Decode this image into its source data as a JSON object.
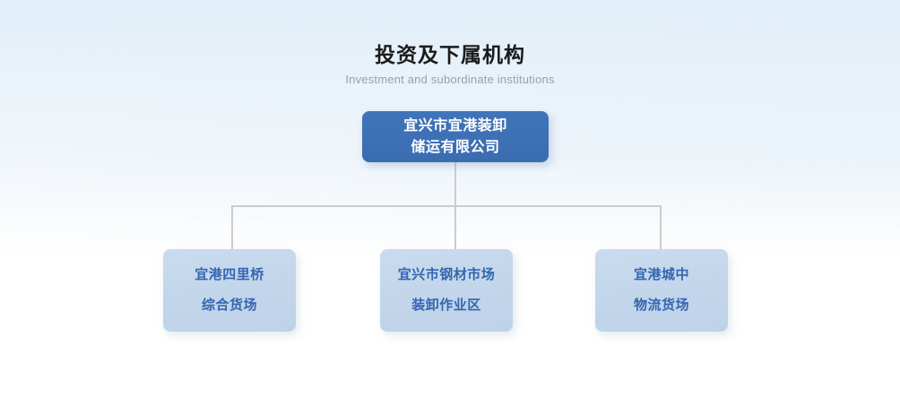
{
  "heading": {
    "title": "投资及下属机构",
    "subtitle": "Investment and subordinate institutions"
  },
  "org_chart": {
    "root": {
      "name": "宜兴市宜港装卸储运有限公司",
      "lines": [
        "宜兴市宜港装卸",
        "储运有限公司"
      ],
      "fill_color": "#3d70b8",
      "text_color": "#ffffff"
    },
    "children": [
      {
        "name": "宜港四里桥综合货场",
        "lines": [
          "宜港四里桥",
          "综合货场"
        ],
        "fill_color": "#c3d6ec",
        "text_color": "#3366b0"
      },
      {
        "name": "宜兴市钢材市场装卸作业区",
        "lines": [
          "宜兴市钢材市场",
          "装卸作业区"
        ],
        "fill_color": "#c3d6ec",
        "text_color": "#3366b0"
      },
      {
        "name": "宜港城中物流货场",
        "lines": [
          "宜港城中",
          "物流货场"
        ],
        "fill_color": "#c3d6ec",
        "text_color": "#3366b0"
      }
    ],
    "connector_color": "#cccccc"
  },
  "background": {
    "top_color": "#e3eef7",
    "bottom_color": "#ffffff"
  }
}
